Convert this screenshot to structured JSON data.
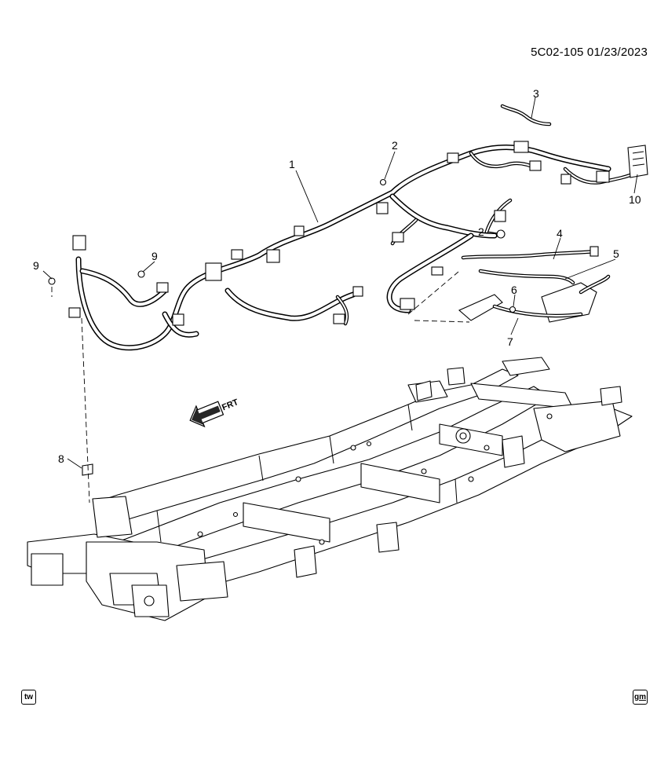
{
  "document_id": "5C02-105  01/23/2023",
  "direction_label": "FRT",
  "callouts": [
    "1",
    "2",
    "2",
    "3",
    "4",
    "5",
    "6",
    "7",
    "8",
    "9",
    "9",
    "10"
  ],
  "badges": {
    "left": "tw",
    "right": "gm"
  },
  "icons": [
    "front-arrow-icon",
    "tw-logo-icon",
    "gm-logo-icon"
  ]
}
